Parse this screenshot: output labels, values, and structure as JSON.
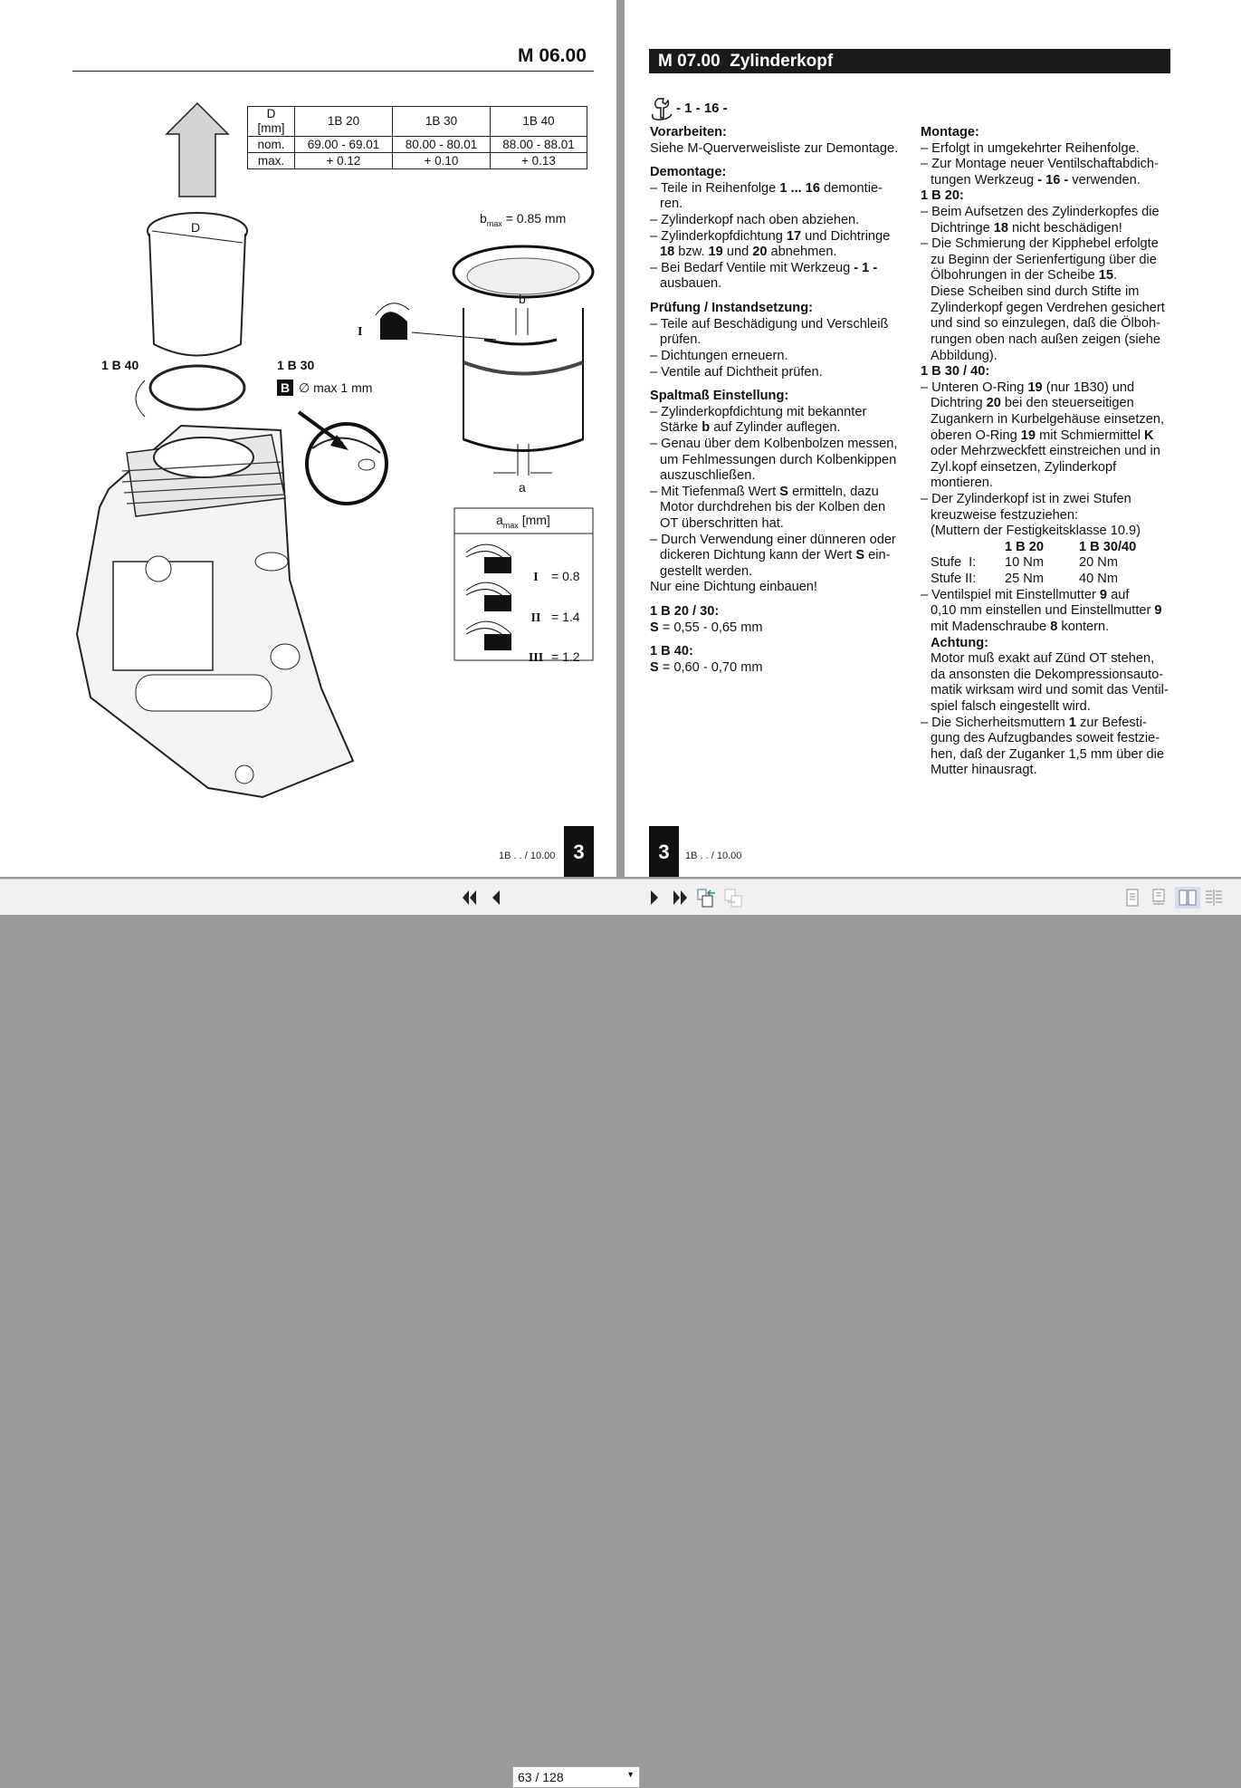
{
  "left_page": {
    "title": "M 06.00",
    "spec_table": {
      "headers": [
        "D [mm]",
        "1B 20",
        "1B 30",
        "1B 40"
      ],
      "rows": [
        [
          "nom.",
          "69.00 - 69.01",
          "80.00 - 80.01",
          "88.00 - 88.01"
        ],
        [
          "max.",
          "+ 0.12",
          "+ 0.10",
          "+ 0.13"
        ]
      ]
    },
    "labels": {
      "d": "D",
      "b40": "1 B 40",
      "b30": "1 B 30",
      "boxB": "B",
      "bmax_text": "max 1 mm",
      "bmax_sym": "∅",
      "bmax_label": "b",
      "bmax_sub": "max",
      "bmax_val": "= 0.85 mm",
      "b": "b",
      "a": "a",
      "ring_I": "I"
    },
    "amax_table": {
      "title": "a",
      "title_sub": "max",
      "title_unit": " [mm]",
      "rows": [
        {
          "roman": "I",
          "val": "= 0.8"
        },
        {
          "roman": "II",
          "val": "= 1.4"
        },
        {
          "roman": "III",
          "val": "= 1.2"
        }
      ]
    },
    "footer": "1B . . / 10.00",
    "page_num": "3"
  },
  "right_page": {
    "title": "M 07.00  Zylinderkopf",
    "tool_ref": "- 1 - 16 -",
    "footer": "1B . . / 10.00",
    "page_num": "3",
    "left_col": [
      {
        "t": "h",
        "s": [
          [
            "Vorarbeiten:",
            1
          ]
        ]
      },
      {
        "t": "p",
        "s": [
          [
            "Siehe M-Querverweisliste zur Demontage.",
            0
          ]
        ]
      },
      {
        "t": "g"
      },
      {
        "t": "h",
        "s": [
          [
            "Demontage:",
            1
          ]
        ]
      },
      {
        "t": "p",
        "s": [
          [
            "– Teile in Reihenfolge ",
            0
          ],
          [
            "1 ... 16",
            1
          ],
          [
            " demontie-",
            0
          ]
        ]
      },
      {
        "t": "i",
        "s": [
          [
            "ren.",
            0
          ]
        ]
      },
      {
        "t": "p",
        "s": [
          [
            "– Zylinderkopf nach oben abziehen.",
            0
          ]
        ]
      },
      {
        "t": "p",
        "s": [
          [
            "– Zylinderkopfdichtung ",
            0
          ],
          [
            "17",
            1
          ],
          [
            " und Dichtringe",
            0
          ]
        ]
      },
      {
        "t": "i",
        "s": [
          [
            "18",
            1
          ],
          [
            " bzw. ",
            0
          ],
          [
            "19",
            1
          ],
          [
            " und ",
            0
          ],
          [
            "20",
            1
          ],
          [
            " abnehmen.",
            0
          ]
        ]
      },
      {
        "t": "p",
        "s": [
          [
            "– Bei Bedarf Ventile mit Werkzeug ",
            0
          ],
          [
            "- 1 -",
            1
          ]
        ]
      },
      {
        "t": "i",
        "s": [
          [
            "ausbauen.",
            0
          ]
        ]
      },
      {
        "t": "g"
      },
      {
        "t": "h",
        "s": [
          [
            "Prüfung / Instandsetzung:",
            1
          ]
        ]
      },
      {
        "t": "p",
        "s": [
          [
            "– Teile auf Beschädigung und Verschleiß",
            0
          ]
        ]
      },
      {
        "t": "i",
        "s": [
          [
            "prüfen.",
            0
          ]
        ]
      },
      {
        "t": "p",
        "s": [
          [
            "– Dichtungen erneuern.",
            0
          ]
        ]
      },
      {
        "t": "p",
        "s": [
          [
            "– Ventile auf Dichtheit prüfen.",
            0
          ]
        ]
      },
      {
        "t": "g"
      },
      {
        "t": "h",
        "s": [
          [
            "Spaltmaß Einstellung:",
            1
          ]
        ]
      },
      {
        "t": "p",
        "s": [
          [
            "– Zylinderkopfdichtung mit bekannter",
            0
          ]
        ]
      },
      {
        "t": "i",
        "s": [
          [
            "Stärke ",
            0
          ],
          [
            "b",
            1
          ],
          [
            " auf Zylinder auflegen.",
            0
          ]
        ]
      },
      {
        "t": "p",
        "s": [
          [
            "– Genau über dem Kolbenbolzen messen,",
            0
          ]
        ]
      },
      {
        "t": "i",
        "s": [
          [
            "um Fehlmessungen durch Kolbenkippen",
            0
          ]
        ]
      },
      {
        "t": "i",
        "s": [
          [
            "auszuschließen.",
            0
          ]
        ]
      },
      {
        "t": "p",
        "s": [
          [
            "– Mit Tiefenmaß Wert ",
            0
          ],
          [
            "S",
            1
          ],
          [
            " ermitteln, dazu",
            0
          ]
        ]
      },
      {
        "t": "i",
        "s": [
          [
            "Motor durchdrehen bis der Kolben den",
            0
          ]
        ]
      },
      {
        "t": "i",
        "s": [
          [
            "OT überschritten hat.",
            0
          ]
        ]
      },
      {
        "t": "p",
        "s": [
          [
            "– Durch Verwendung einer dünneren oder",
            0
          ]
        ]
      },
      {
        "t": "i",
        "s": [
          [
            "dickeren Dichtung kann der Wert ",
            0
          ],
          [
            "S",
            1
          ],
          [
            " ein-",
            0
          ]
        ]
      },
      {
        "t": "i",
        "s": [
          [
            "gestellt werden.",
            0
          ]
        ]
      },
      {
        "t": "p",
        "s": [
          [
            "Nur eine Dichtung einbauen!",
            0
          ]
        ]
      },
      {
        "t": "g"
      },
      {
        "t": "h",
        "s": [
          [
            "1 B 20 / 30:",
            1
          ]
        ]
      },
      {
        "t": "p",
        "s": [
          [
            "S",
            1
          ],
          [
            " = 0,55 - 0,65 mm",
            0
          ]
        ]
      },
      {
        "t": "g"
      },
      {
        "t": "h",
        "s": [
          [
            "1 B 40:",
            1
          ]
        ]
      },
      {
        "t": "p",
        "s": [
          [
            "S",
            1
          ],
          [
            " = 0,60 - 0,70 mm",
            0
          ]
        ]
      }
    ],
    "right_col": [
      {
        "t": "h",
        "s": [
          [
            "Montage:",
            1
          ]
        ]
      },
      {
        "t": "p",
        "s": [
          [
            "– Erfolgt in umgekehrter Reihenfolge.",
            0
          ]
        ]
      },
      {
        "t": "p",
        "s": [
          [
            "– Zur Montage neuer Ventilschaftabdich-",
            0
          ]
        ]
      },
      {
        "t": "i",
        "s": [
          [
            "tungen Werkzeug ",
            0
          ],
          [
            "- 16 -",
            1
          ],
          [
            " verwenden.",
            0
          ]
        ]
      },
      {
        "t": "h",
        "s": [
          [
            "1 B 20:",
            1
          ]
        ]
      },
      {
        "t": "p",
        "s": [
          [
            "– Beim Aufsetzen des Zylinderkopfes die",
            0
          ]
        ]
      },
      {
        "t": "i",
        "s": [
          [
            "Dichtringe ",
            0
          ],
          [
            "18",
            1
          ],
          [
            " nicht beschädigen!",
            0
          ]
        ]
      },
      {
        "t": "p",
        "s": [
          [
            "– Die Schmierung der Kipphebel erfolgte",
            0
          ]
        ]
      },
      {
        "t": "i",
        "s": [
          [
            "zu Beginn der Serienfertigung über die",
            0
          ]
        ]
      },
      {
        "t": "i",
        "s": [
          [
            "Ölbohrungen in der Scheibe ",
            0
          ],
          [
            "15",
            1
          ],
          [
            ".",
            0
          ]
        ]
      },
      {
        "t": "i",
        "s": [
          [
            "Diese Scheiben sind durch Stifte im",
            0
          ]
        ]
      },
      {
        "t": "i",
        "s": [
          [
            "Zylinderkopf gegen Verdrehen gesichert",
            0
          ]
        ]
      },
      {
        "t": "i",
        "s": [
          [
            "und sind so einzulegen, daß die Ölboh-",
            0
          ]
        ]
      },
      {
        "t": "i",
        "s": [
          [
            "rungen oben nach außen zeigen (siehe",
            0
          ]
        ]
      },
      {
        "t": "i",
        "s": [
          [
            "Abbildung).",
            0
          ]
        ]
      },
      {
        "t": "h",
        "s": [
          [
            "1 B 30 / 40:",
            1
          ]
        ]
      },
      {
        "t": "p",
        "s": [
          [
            "– Unteren O-Ring ",
            0
          ],
          [
            "19",
            1
          ],
          [
            " (nur 1B30) und",
            0
          ]
        ]
      },
      {
        "t": "i",
        "s": [
          [
            "Dichtring ",
            0
          ],
          [
            "20",
            1
          ],
          [
            " bei den steuerseitigen",
            0
          ]
        ]
      },
      {
        "t": "i",
        "s": [
          [
            "Zugankern in Kurbelgehäuse einsetzen,",
            0
          ]
        ]
      },
      {
        "t": "i",
        "s": [
          [
            "oberen O-Ring ",
            0
          ],
          [
            "19",
            1
          ],
          [
            " mit Schmiermittel ",
            0
          ],
          [
            "K",
            1
          ]
        ]
      },
      {
        "t": "i",
        "s": [
          [
            "oder Mehrzweckfett einstreichen und in",
            0
          ]
        ]
      },
      {
        "t": "i",
        "s": [
          [
            "Zyl.kopf einsetzen, Zylinderkopf",
            0
          ]
        ]
      },
      {
        "t": "i",
        "s": [
          [
            "montieren.",
            0
          ]
        ]
      },
      {
        "t": "p",
        "s": [
          [
            "– Der Zylinderkopf ist in zwei Stufen",
            0
          ]
        ]
      },
      {
        "t": "i",
        "s": [
          [
            "kreuzweise festzuziehen:",
            0
          ]
        ]
      },
      {
        "t": "i",
        "s": [
          [
            "(Muttern der Festigkeitsklasse 10.9)",
            0
          ]
        ]
      },
      {
        "t": "c",
        "c": [
          [
            "",
            0
          ],
          [
            "1 B 20",
            1
          ],
          [
            "1 B 30/40",
            1
          ]
        ]
      },
      {
        "t": "c",
        "c": [
          [
            "Stufe  I:",
            0
          ],
          [
            "10 Nm",
            0
          ],
          [
            "20 Nm",
            0
          ]
        ]
      },
      {
        "t": "c",
        "c": [
          [
            "Stufe II:",
            0
          ],
          [
            "25 Nm",
            0
          ],
          [
            "40 Nm",
            0
          ]
        ]
      },
      {
        "t": "p",
        "s": [
          [
            "– Ventilspiel mit Einstellmutter ",
            0
          ],
          [
            "9",
            1
          ],
          [
            " auf",
            0
          ]
        ]
      },
      {
        "t": "i",
        "s": [
          [
            "0,10 mm einstellen und Einstellmutter ",
            0
          ],
          [
            "9",
            1
          ]
        ]
      },
      {
        "t": "i",
        "s": [
          [
            "mit Madenschraube ",
            0
          ],
          [
            "8",
            1
          ],
          [
            " kontern.",
            0
          ]
        ]
      },
      {
        "t": "i",
        "s": [
          [
            "Achtung:",
            1
          ]
        ]
      },
      {
        "t": "i",
        "s": [
          [
            "Motor muß exakt auf Zünd OT stehen,",
            0
          ]
        ]
      },
      {
        "t": "i",
        "s": [
          [
            "da ansonsten die Dekompressionsauto-",
            0
          ]
        ]
      },
      {
        "t": "i",
        "s": [
          [
            "matik wirksam wird und somit das Ventil-",
            0
          ]
        ]
      },
      {
        "t": "i",
        "s": [
          [
            "spiel falsch eingestellt wird.",
            0
          ]
        ]
      },
      {
        "t": "p",
        "s": [
          [
            "– Die Sicherheitsmuttern ",
            0
          ],
          [
            "1",
            1
          ],
          [
            " zur Befesti-",
            0
          ]
        ]
      },
      {
        "t": "i",
        "s": [
          [
            "gung des Aufzugbandes soweit festzie-",
            0
          ]
        ]
      },
      {
        "t": "i",
        "s": [
          [
            "hen, daß der Zuganker 1,5 mm über die",
            0
          ]
        ]
      },
      {
        "t": "i",
        "s": [
          [
            "Mutter hinausragt.",
            0
          ]
        ]
      }
    ]
  },
  "toolbar": {
    "page_value": "63 / 128",
    "icons": [
      "first-page-icon",
      "prev-page-icon",
      "next-page-icon",
      "last-page-icon",
      "extract-page-icon",
      "insert-page-icon",
      "single-page-view-icon",
      "continuous-view-icon",
      "two-page-view-icon",
      "two-page-continuous-view-icon"
    ],
    "active_view": "two-page-view",
    "active_color": "#cfe0f5"
  }
}
